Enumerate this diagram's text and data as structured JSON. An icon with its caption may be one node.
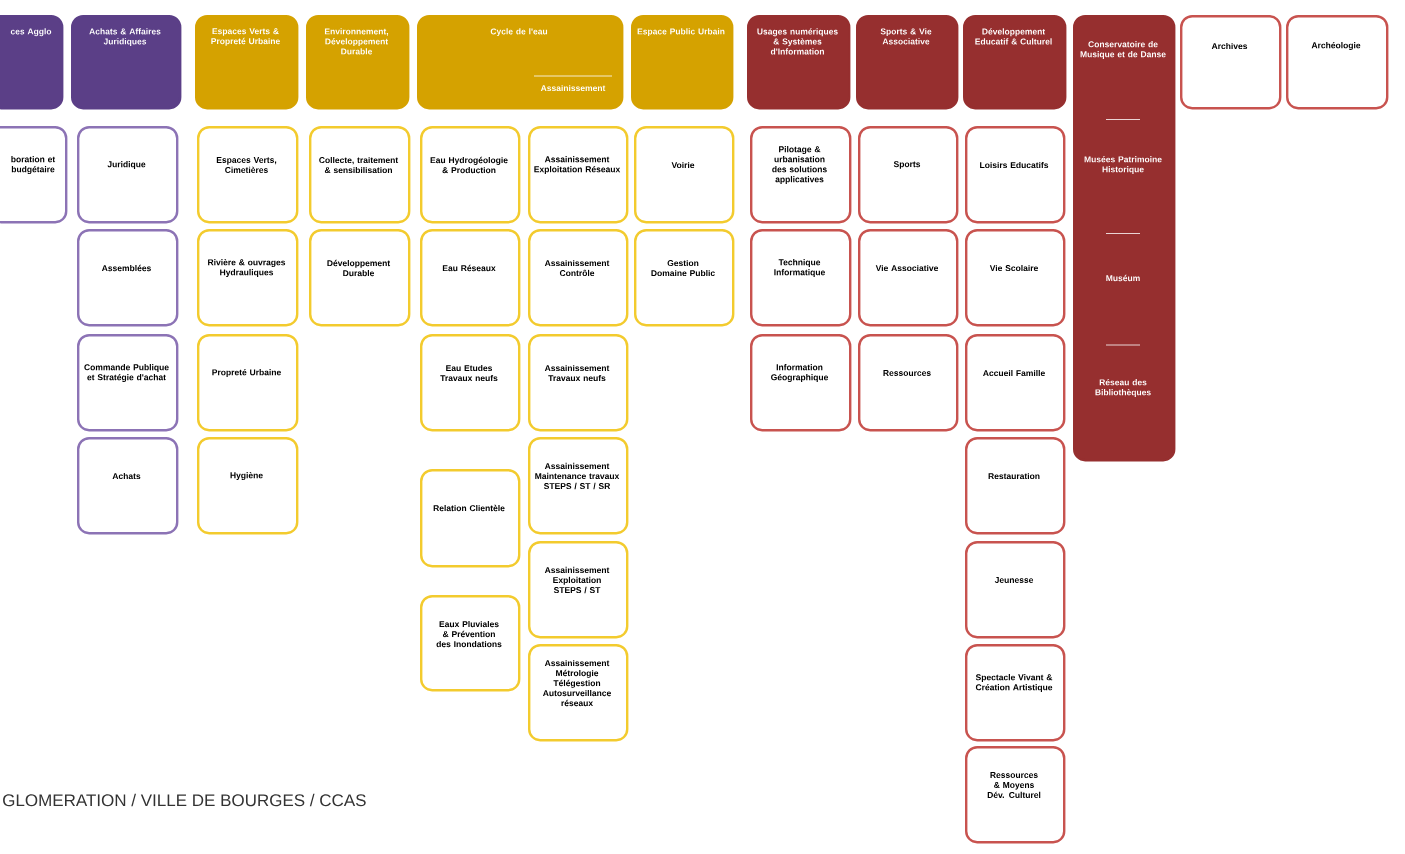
{
  "diagram": {
    "nodes": [
      {
        "text": [
          "ces Agglo"
        ]
      },
      {
        "text": [
          "boration et budgétaire"
        ]
      },
      {
        "text": [
          "Achats & Affaires Juridiques"
        ]
      },
      {
        "text": [
          "Juridique"
        ]
      },
      {
        "text": [
          "Assemblées"
        ]
      },
      {
        "text": [
          "Commande Publique et Stratégie d'achat"
        ]
      },
      {
        "text": [
          "Achats"
        ]
      },
      {
        "text": [
          "Espaces Verts & Propreté Urbaine"
        ]
      },
      {
        "text": [
          "Espaces Verts, Cimetières"
        ]
      },
      {
        "text": [
          "Rivière & ouvrages Hydrauliques"
        ]
      },
      {
        "text": [
          "Propreté Urbaine"
        ]
      },
      {
        "text": [
          "Hygiène"
        ]
      },
      {
        "text": [
          "Environnement, Développement Durable"
        ]
      },
      {
        "text": [
          "Collecte, traitement & sensibilisation"
        ]
      },
      {
        "text": [
          "Développement Durable"
        ]
      },
      {
        "text": [
          "Cycle de l'eau",
          "Assainissement"
        ]
      },
      {
        "text": [
          "Eau Hydrogéologie & Production"
        ]
      },
      {
        "text": [
          "Eau Réseaux"
        ]
      },
      {
        "text": [
          "Eau Etudes Travaux neufs"
        ]
      },
      {
        "text": [
          "Relation Clientèle"
        ]
      },
      {
        "text": [
          "Eaux Pluviales & Prévention des Inondations"
        ]
      },
      {
        "text": [
          "Assainissement Exploitation Réseaux"
        ]
      },
      {
        "text": [
          "Assainissement Contrôle"
        ]
      },
      {
        "text": [
          "Assainissement Travaux neufs"
        ]
      },
      {
        "text": [
          "Assainissement Maintenance travaux STEPS / ST / SR"
        ]
      },
      {
        "text": [
          "Assainissement Exploitation STEPS / ST"
        ]
      },
      {
        "text": [
          "Assainissement Métrologie Télégestion Autosurveillance réseaux"
        ]
      },
      {
        "text": [
          "Espace Public Urbain"
        ]
      },
      {
        "text": [
          "Voirie"
        ]
      },
      {
        "text": [
          "Gestion Domaine Public"
        ]
      },
      {
        "text": [
          "Usages numériques & Systèmes d'Information"
        ]
      },
      {
        "text": [
          "Pilotage & urbanisation des solutions applicatives"
        ]
      },
      {
        "text": [
          "Technique Informatique"
        ]
      },
      {
        "text": [
          "Information Géographique"
        ]
      },
      {
        "text": [
          "Sports & Vie Associative"
        ]
      },
      {
        "text": [
          "Sports"
        ]
      },
      {
        "text": [
          "Vie Associative"
        ]
      },
      {
        "text": [
          "Ressources"
        ]
      },
      {
        "text": [
          "Développement Educatif & Culturel"
        ]
      },
      {
        "text": [
          "Loisirs Educatifs"
        ]
      },
      {
        "text": [
          "Vie Scolaire"
        ]
      },
      {
        "text": [
          "Accueil Famille"
        ]
      },
      {
        "text": [
          "Restauration"
        ]
      },
      {
        "text": [
          "Jeunesse"
        ]
      },
      {
        "text": [
          "Spectacle Vivant & Création Artistique"
        ]
      },
      {
        "text": [
          "Ressources & Moyens Dév. Culturel"
        ]
      },
      {
        "text": [
          "Conservatoire de Musique et de Danse",
          "Musées Patrimoine Historique",
          "Muséum",
          "Réseau des Bibliothèques"
        ]
      },
      {
        "text": [
          "Archives"
        ]
      },
      {
        "text": [
          "Archéologie"
        ]
      }
    ],
    "labels": [
      "GLOMERATION / VILLE DE BOURGES / CCAS"
    ]
  }
}
